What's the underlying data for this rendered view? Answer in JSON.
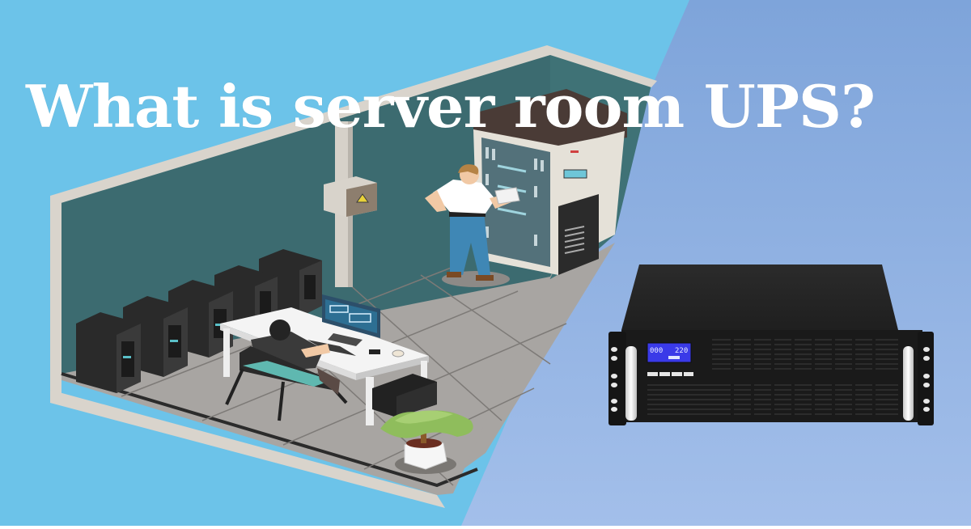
{
  "banner": {
    "title": "What is server room UPS?",
    "colors": {
      "left_background": "#6cc3e9",
      "right_background_top": "#7ea4da",
      "right_background_bottom": "#a3bfea",
      "title_text": "#ffffff",
      "wall": "#3c6b70",
      "floor": "#a8a5a2",
      "ups_body": "#1e1e1e",
      "ups_lcd": "#3a3ae8"
    }
  },
  "illustration": {
    "scene": "isometric-server-room",
    "elements": [
      "server-towers",
      "desk-with-monitor",
      "seated-operator",
      "standing-technician",
      "server-rack",
      "electrical-box-with-warning",
      "potted-plant"
    ]
  },
  "product": {
    "name": "rack-mount-ups",
    "lcd_readings": [
      "000",
      "220"
    ]
  }
}
